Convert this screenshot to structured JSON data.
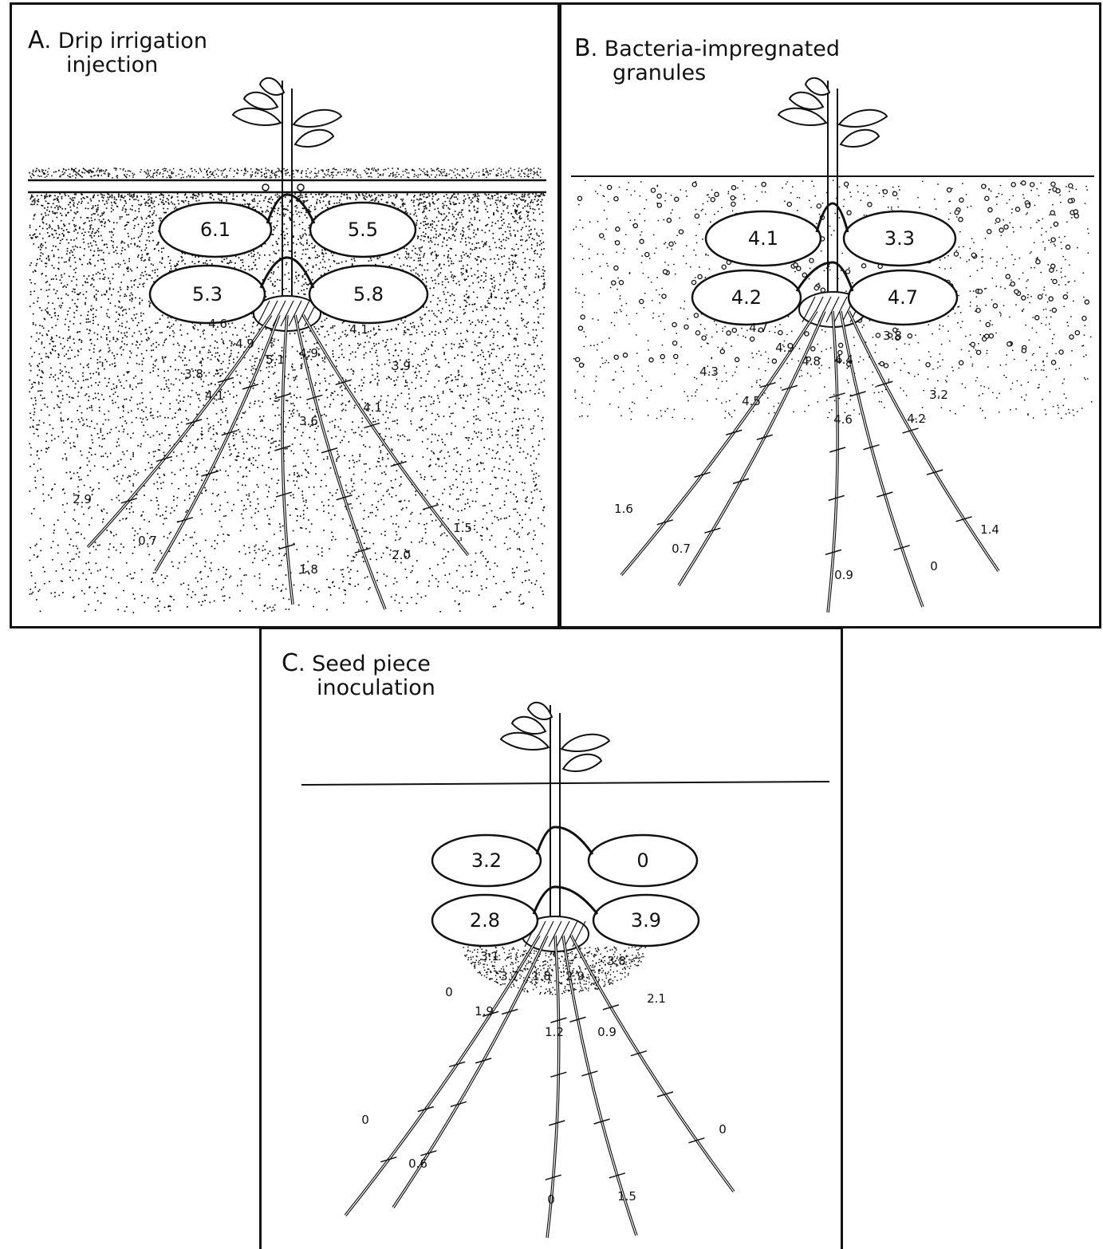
{
  "panels": [
    {
      "letter": "A",
      "title_line1": ". Drip irrigation",
      "title_line2": "injection",
      "soil": "dense-stipple",
      "tubers": [
        "6.1",
        "5.5",
        "5.3",
        "5.8"
      ],
      "roots": [
        [
          "4.6",
          "3.8",
          "2.9"
        ],
        [
          "4.9",
          "4.1",
          "0.7"
        ],
        [
          "5.1",
          "3.6",
          "1.8"
        ],
        [
          "4.9",
          "4.1",
          "2.0"
        ],
        [
          "4.1",
          "3.9",
          "1.5"
        ]
      ]
    },
    {
      "letter": "B",
      "title_line1": ". Bacteria-impregnated",
      "title_line2": "granules",
      "soil": "granules",
      "tubers": [
        "4.1",
        "3.3",
        "4.2",
        "4.7"
      ],
      "roots": [
        [
          "4.7",
          "4.3",
          "1.6"
        ],
        [
          "4.9",
          "4.5",
          "0.7"
        ],
        [
          "4.8",
          "4.6",
          "0.9"
        ],
        [
          "4.4",
          "4.2",
          "0"
        ],
        [
          "3.8",
          "3.2",
          "1.4"
        ]
      ]
    },
    {
      "letter": "C",
      "title_line1": ". Seed piece",
      "title_line2": "inoculation",
      "soil": "seed-zone",
      "tubers": [
        "3.2",
        "0",
        "2.8",
        "3.9"
      ],
      "roots": [
        [
          "3.1",
          "0",
          "0"
        ],
        [
          "3.7",
          "1.9",
          "0.6"
        ],
        [
          "1.8",
          "1.2",
          "0"
        ],
        [
          "2.9",
          "0.9",
          "1.5"
        ],
        [
          "3.8",
          "2.1",
          "0"
        ]
      ]
    }
  ],
  "colors": {
    "ink": "#111111",
    "paper": "#ffffff"
  }
}
